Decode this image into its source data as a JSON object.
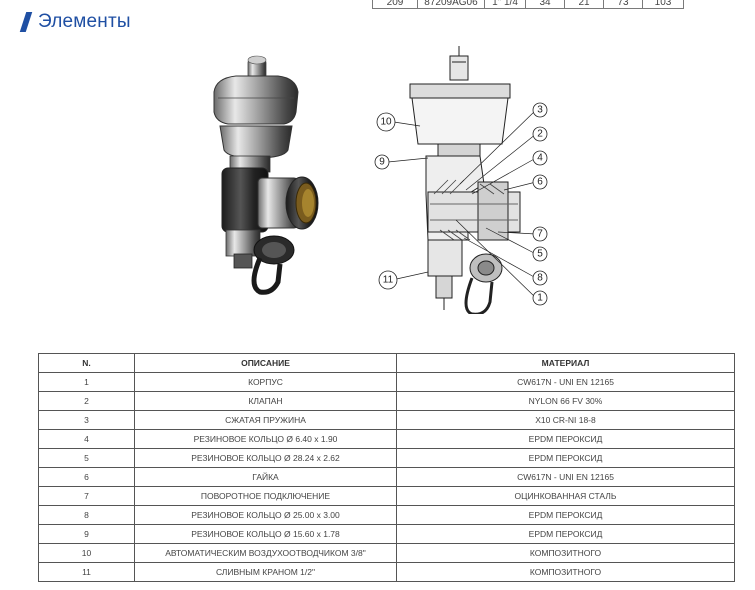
{
  "top_row": [
    "209",
    "87209AG06",
    "1\" 1/4",
    "34",
    "21",
    "73",
    "103"
  ],
  "heading": {
    "title": "Элементы",
    "accent_color": "#1f4fa3"
  },
  "figures": {
    "callouts": [
      "1",
      "2",
      "3",
      "4",
      "5",
      "6",
      "7",
      "8",
      "9",
      "10",
      "11"
    ]
  },
  "table": {
    "headers": [
      "N.",
      "ОПИСАНИЕ",
      "МАТЕРИАЛ"
    ],
    "rows": [
      [
        "1",
        "КОРПУС",
        "CW617N - UNI EN 12165"
      ],
      [
        "2",
        "КЛАПАН",
        "NYLON 66 FV 30%"
      ],
      [
        "3",
        "СЖАТАЯ ПРУЖИНА",
        "X10 CR-NI 18-8"
      ],
      [
        "4",
        "РЕЗИНОВОЕ КОЛЬЦО Ø 6.40 x 1.90",
        "EPDM ПЕРОКСИД"
      ],
      [
        "5",
        "РЕЗИНОВОЕ КОЛЬЦО Ø 28.24 x 2.62",
        "EPDM ПЕРОКСИД"
      ],
      [
        "6",
        "ГАЙКА",
        "CW617N - UNI EN 12165"
      ],
      [
        "7",
        "ПОВОРОТНОЕ ПОДКЛЮЧЕНИЕ",
        "ОЦИНКОВАННАЯ СТАЛЬ"
      ],
      [
        "8",
        "РЕЗИНОВОЕ КОЛЬЦО Ø 25.00 x 3.00",
        "EPDM ПЕРОКСИД"
      ],
      [
        "9",
        "РЕЗИНОВОЕ КОЛЬЦО Ø 15.60 x 1.78",
        "EPDM ПЕРОКСИД"
      ],
      [
        "10",
        "АВТОМАТИЧЕСКИМ ВОЗДУХООТВОДЧИКОМ 3/8\"",
        "КОМПОЗИТНОГО"
      ],
      [
        "11",
        "СЛИВНЫМ КРАНОМ 1/2\"",
        "КОМПОЗИТНОГО"
      ]
    ]
  }
}
